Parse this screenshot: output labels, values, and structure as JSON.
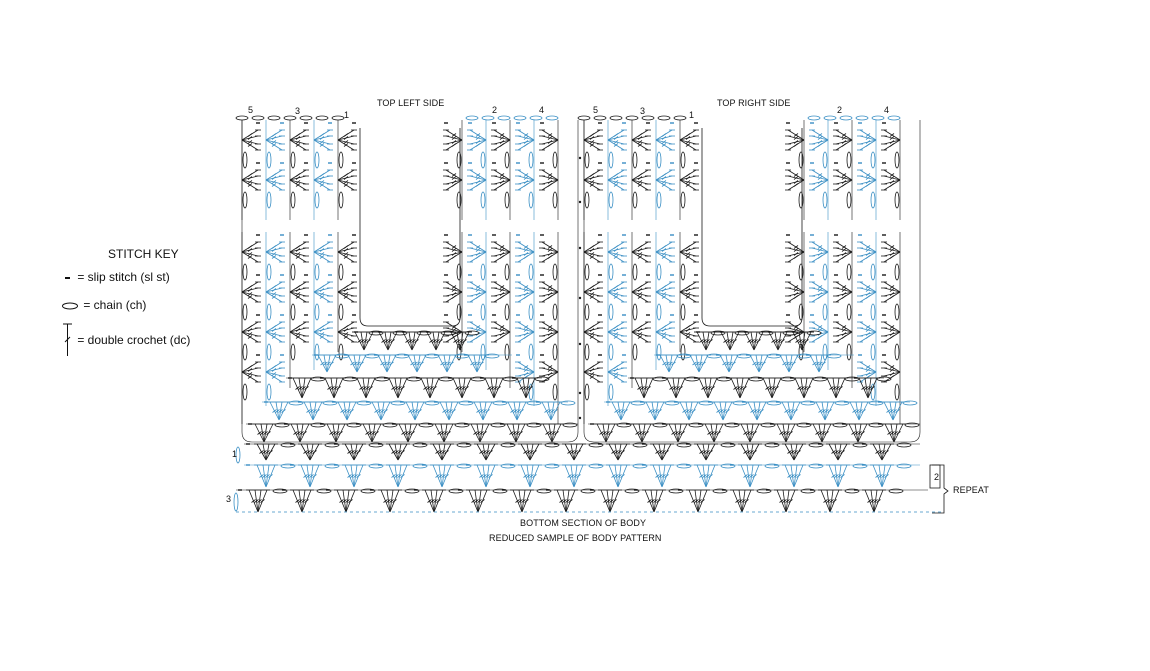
{
  "stitch_key": {
    "title": "STITCH KEY",
    "items": [
      {
        "icon": "slip-stitch",
        "label": "= slip stitch (sl st)"
      },
      {
        "icon": "chain",
        "label": "= chain (ch)"
      },
      {
        "icon": "double-crochet",
        "label": "= double crochet (dc)"
      }
    ]
  },
  "panels": {
    "top_left_title": "TOP LEFT SIDE",
    "top_right_title": "TOP RIGHT SIDE",
    "left_row_numbers": [
      "5",
      "3",
      "1"
    ],
    "left_inner_row_numbers": [
      "2",
      "4"
    ],
    "right_row_numbers": [
      "5",
      "3",
      "1"
    ],
    "right_inner_row_numbers": [
      "2",
      "4"
    ]
  },
  "bottom": {
    "row_numbers_left": [
      "1",
      "3"
    ],
    "row_number_right": "2",
    "repeat_label": "REPEAT",
    "caption_1": "BOTTOM SECTION OF BODY",
    "caption_2": "REDUCED SAMPLE OF BODY PATTERN"
  },
  "colors": {
    "ink": "#1a1a1a",
    "blue": "#3a8fc4",
    "bg": "#ffffff"
  }
}
